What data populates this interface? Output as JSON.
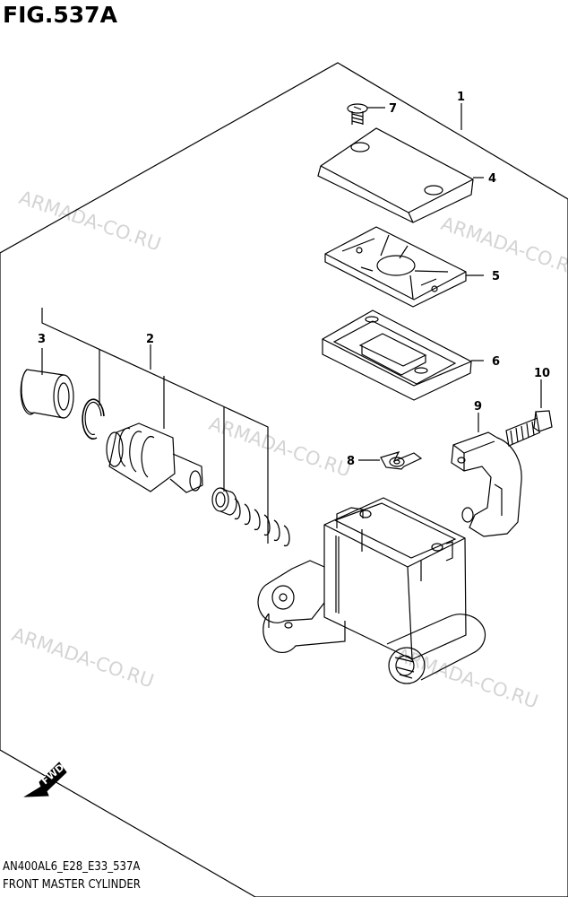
{
  "figure": {
    "title": "FIG.537A",
    "model_code": "AN400AL6_E28_E33_537A",
    "name": "FRONT MASTER CYLINDER"
  },
  "watermark": "ARMADA-CO.RU",
  "fwd_label": "FWD",
  "callouts": [
    "1",
    "2",
    "3",
    "4",
    "5",
    "6",
    "7",
    "8",
    "9",
    "10"
  ]
}
